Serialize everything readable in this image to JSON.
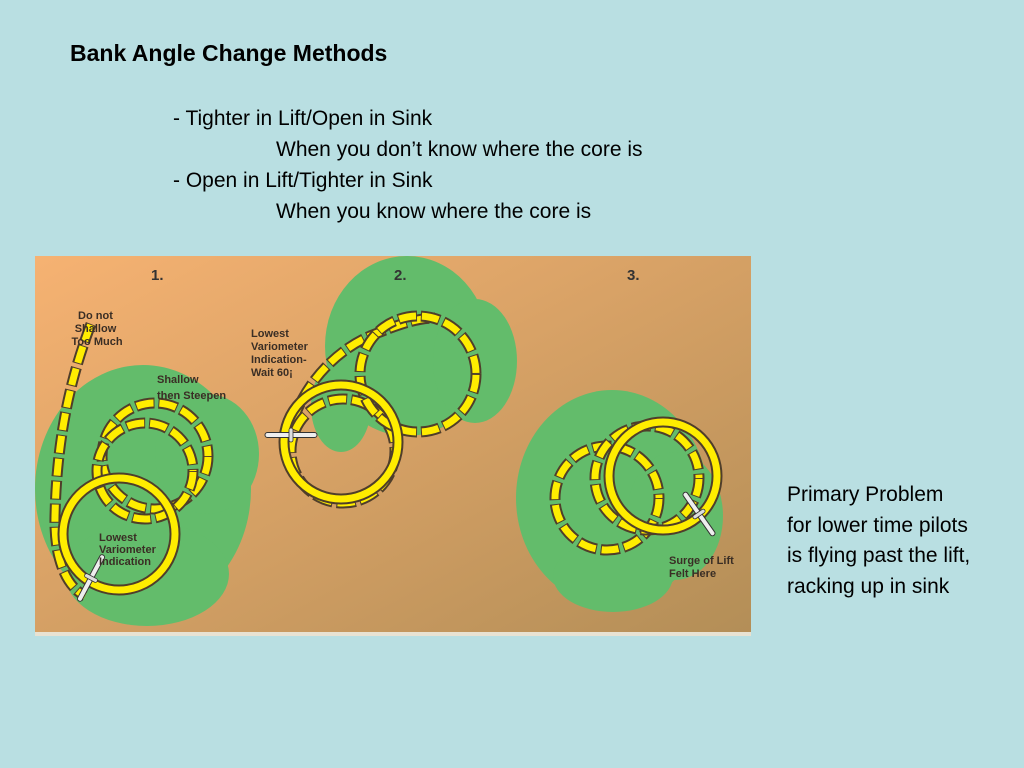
{
  "heading": "Bank Angle Change Methods",
  "methods": [
    {
      "rule": "- Tighter in Lift/Open in Sink",
      "when": "When you don’t know where the core is"
    },
    {
      "rule": "- Open in Lift/Tighter in Sink",
      "when": "When you know where the core is"
    }
  ],
  "diagram": {
    "colors": {
      "background_top": "#f6b272",
      "background_bottom": "#b38e57",
      "thermal": "#63bc6b",
      "path": "#ffed00",
      "outline": "#4f3e2a"
    },
    "panel_numbers": [
      "1.",
      "2.",
      "3."
    ],
    "panel1": {
      "label_top": [
        "Do not",
        "Shallow",
        "Too Much"
      ],
      "label_mid": [
        "Shallow",
        "then Steepen"
      ],
      "label_low": [
        "Lowest",
        "Variometer",
        "Indication"
      ]
    },
    "panel2": {
      "label": [
        "Lowest",
        "Variometer",
        "Indication-",
        "Wait 60¡"
      ]
    },
    "panel3": {
      "label": [
        "Surge of Lift",
        "Felt Here"
      ]
    }
  },
  "side_note": {
    "lines": [
      "Primary Problem",
      "for lower time pilots",
      "is flying past the lift,",
      "racking up in sink"
    ]
  }
}
